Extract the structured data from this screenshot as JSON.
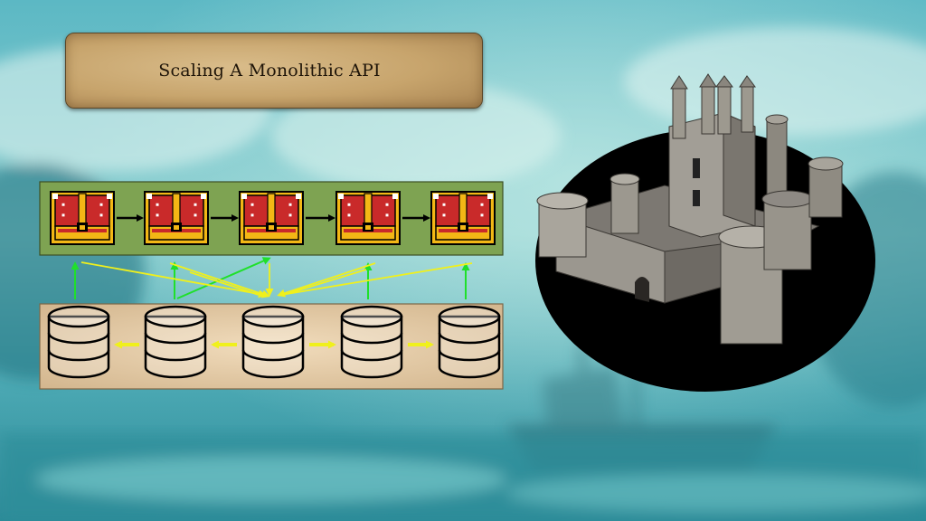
{
  "title": "Scaling A Monolithic API",
  "services": {
    "count": 5,
    "icon": "treasure-chest-icon"
  },
  "databases": {
    "count": 5,
    "icon": "database-icon"
  },
  "illustration": {
    "icon": "castle-icon"
  },
  "colors": {
    "service_panel": "#7ea352",
    "database_panel": "#dcc09c",
    "chest_red": "#c92a2a",
    "chest_gold": "#f3b715",
    "arrow_green": "#1fe02a",
    "arrow_yellow": "#f0f01c",
    "arrow_black": "#000000",
    "backdrop_sea": "#3fa7b3"
  }
}
